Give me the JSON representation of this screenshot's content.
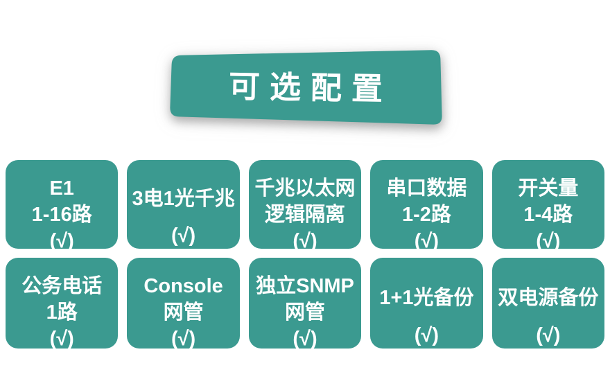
{
  "banner": {
    "title": "可选配置"
  },
  "colors": {
    "teal": "#3B9A90",
    "text": "#FFFFFF"
  },
  "cards": [
    {
      "lines": [
        "E1",
        "1-16路"
      ],
      "check": "(√)"
    },
    {
      "lines": [
        "3电1光千兆"
      ],
      "check": "(√)"
    },
    {
      "lines": [
        "千兆以太网",
        "逻辑隔离"
      ],
      "check": "(√)"
    },
    {
      "lines": [
        "串口数据",
        "1-2路"
      ],
      "check": "(√)"
    },
    {
      "lines": [
        "开关量",
        "1-4路"
      ],
      "check": "(√)"
    },
    {
      "lines": [
        "公务电话",
        "1路"
      ],
      "check": "(√)"
    },
    {
      "lines": [
        "Console",
        "网管"
      ],
      "check": "(√)"
    },
    {
      "lines": [
        "独立SNMP",
        "网管"
      ],
      "check": "(√)"
    },
    {
      "lines": [
        "1+1光备份"
      ],
      "check": "(√)"
    },
    {
      "lines": [
        "双电源备份"
      ],
      "check": "(√)"
    }
  ]
}
